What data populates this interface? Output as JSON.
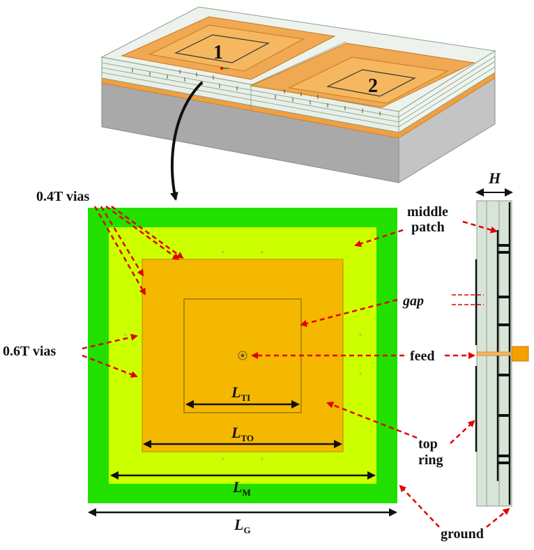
{
  "perspective_view": {
    "antenna_1_label": "1",
    "antenna_2_label": "2"
  },
  "top_view": {
    "via_labels": {
      "inner": "0.4T vias",
      "outer": "0.6T vias"
    },
    "dimensions": {
      "inner_patch": {
        "symbol": "L",
        "subscript": "TI"
      },
      "top_ring_outer": {
        "symbol": "L",
        "subscript": "TO"
      },
      "middle_patch": {
        "symbol": "L",
        "subscript": "M"
      },
      "ground": {
        "symbol": "L",
        "subscript": "G"
      }
    }
  },
  "side_view": {
    "height_symbol": "H",
    "labels": {
      "middle_patch_line1": "middle",
      "middle_patch_line2": "patch",
      "gap": "gap",
      "feed": "feed",
      "top_ring_line1": "top",
      "top_ring_line2": "ring",
      "ground": "ground"
    }
  },
  "colors": {
    "ground": "#22e000",
    "middle_patch": "#ccff00",
    "top_ring": "#f5b800",
    "annotation_arrow": "#e00000",
    "substrate_orange": "#f0a040",
    "side_panel": "#d8e4d8"
  }
}
